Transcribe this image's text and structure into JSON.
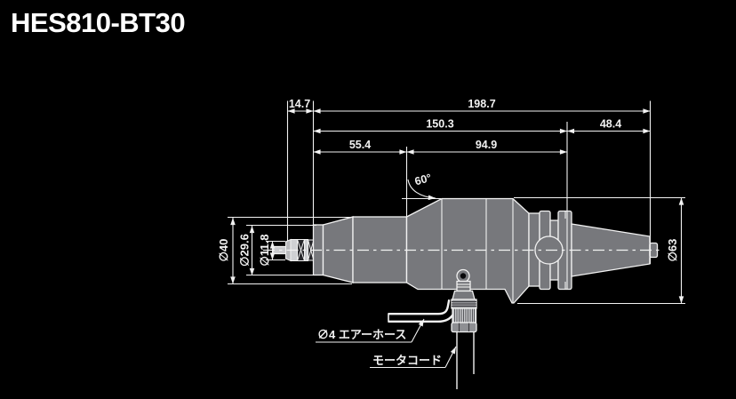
{
  "title": "HES810-BT30",
  "colors": {
    "background": "#000000",
    "body_fill": "#77787c",
    "line": "#f2f2f2",
    "chuck_dark_band": "#26262a",
    "chuck_light_band": "#cfd0d3",
    "hose": "#000000"
  },
  "dims": {
    "d14_7": "14.7",
    "d198_7": "198.7",
    "d150_3": "150.3",
    "d48_4": "48.4",
    "d55_4": "55.4",
    "d94_9": "94.9",
    "angle60": "60°",
    "dia40": "∅40",
    "dia29_6": "∅29.6",
    "dia11_8": "∅11.8",
    "dia63": "∅63"
  },
  "callouts": {
    "air_hose": "∅4 エアーホース",
    "motor_cord": "モータコード"
  }
}
